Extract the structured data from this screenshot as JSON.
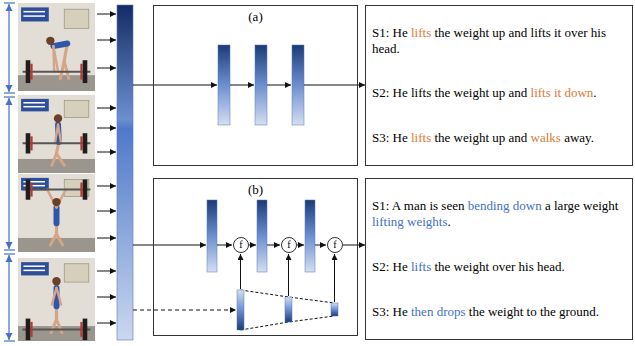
{
  "diagram": {
    "nodes": [
      {
        "text": [
          "(a)"
        ]
      },
      {
        "text": [
          "S1: He lifts the weight up and lifts it over his head.",
          "S2: He lifts the weight up and lifts it down.",
          "S3: He lifts the weight up and walks away."
        ]
      },
      {
        "text": [
          "(b)"
        ]
      },
      {
        "text": [
          "f"
        ],
        "in": 2
      },
      {
        "text": [
          "f"
        ],
        "in": 2
      },
      {
        "text": [
          "f"
        ],
        "in": 2
      },
      {
        "text": [
          "S1: A man is seen bending down a large weight lifting weights.",
          "S2: He lifts the weight over his head.",
          "S3: He then drops the weight to the ground."
        ]
      }
    ],
    "edges": [
      {
        "from": 0,
        "to": 1,
        "arrow": "to"
      },
      {
        "from": 2,
        "to": 6,
        "arrow": "to"
      }
    ]
  }
}
